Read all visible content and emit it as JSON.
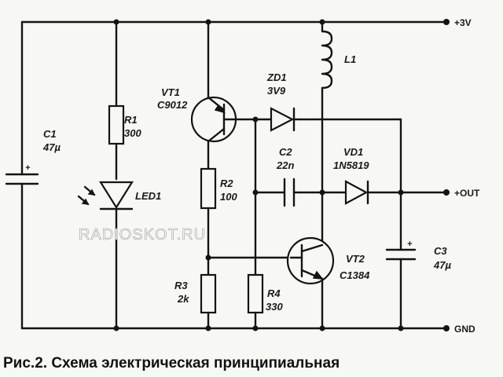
{
  "rails": {
    "vcc": "+3V",
    "out": "+OUT",
    "gnd": "GND"
  },
  "components": {
    "c1": {
      "ref": "C1",
      "value": "47µ"
    },
    "r1": {
      "ref": "R1",
      "value": "300"
    },
    "led1": {
      "ref": "LED1"
    },
    "vt1": {
      "ref": "VT1",
      "part": "C9012"
    },
    "r2": {
      "ref": "R2",
      "value": "100"
    },
    "r3": {
      "ref": "R3",
      "value": "2k"
    },
    "r4": {
      "ref": "R4",
      "value": "330"
    },
    "zd1": {
      "ref": "ZD1",
      "value": "3V9"
    },
    "l1": {
      "ref": "L1"
    },
    "c2": {
      "ref": "C2",
      "value": "22n"
    },
    "vd1": {
      "ref": "VD1",
      "part": "1N5819"
    },
    "vt2": {
      "ref": "VT2",
      "part": "C1384"
    },
    "c3": {
      "ref": "C3",
      "value": "47µ"
    }
  },
  "watermark": "RADIOSKOT.RU",
  "caption": "Рис.2. Схема электрическая принципиальная"
}
